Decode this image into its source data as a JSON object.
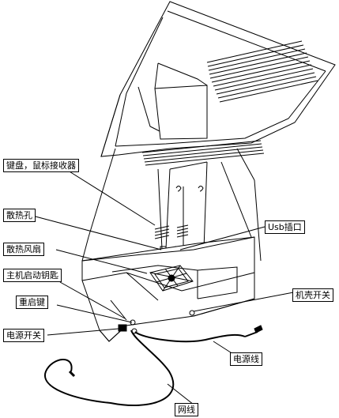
{
  "labels": {
    "keyboard_mouse_receiver": "键盘，鼠标接收器",
    "heat_holes": "散热孔",
    "usb_port": "Usb插口",
    "cooling_fan": "散热风扇",
    "host_start_key": "主机启动钥匙",
    "case_switch": "机壳开关",
    "reset_key": "重启键",
    "power_switch": "电源开关",
    "power_cord": "电源线",
    "network_cable": "网线"
  }
}
